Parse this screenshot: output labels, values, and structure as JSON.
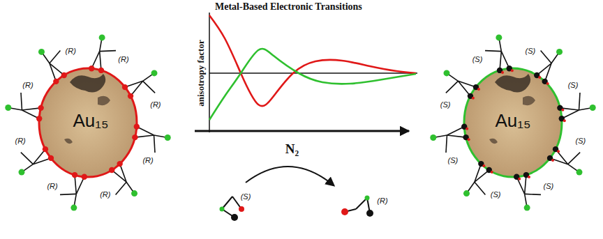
{
  "diagram": {
    "nodes": [
      {
        "text": [
          "Au₁₅"
        ]
      },
      {
        "text": [
          "Au₁₅"
        ]
      }
    ],
    "edges": [
      {
        "from": 0,
        "to": 1,
        "arrow": "to",
        "label": "N₂"
      }
    ],
    "labels": [
      "Metal-Based Electronic Transitions",
      "anisotropy factor",
      "(R)",
      "(R)",
      "(R)",
      "(R)",
      "(R)",
      "(R)",
      "(R)",
      "(R)",
      "(S)",
      "(S)",
      "(S)",
      "(S)",
      "(S)",
      "(S)",
      "(S)",
      "(S)",
      "(S)",
      "(R)"
    ]
  }
}
